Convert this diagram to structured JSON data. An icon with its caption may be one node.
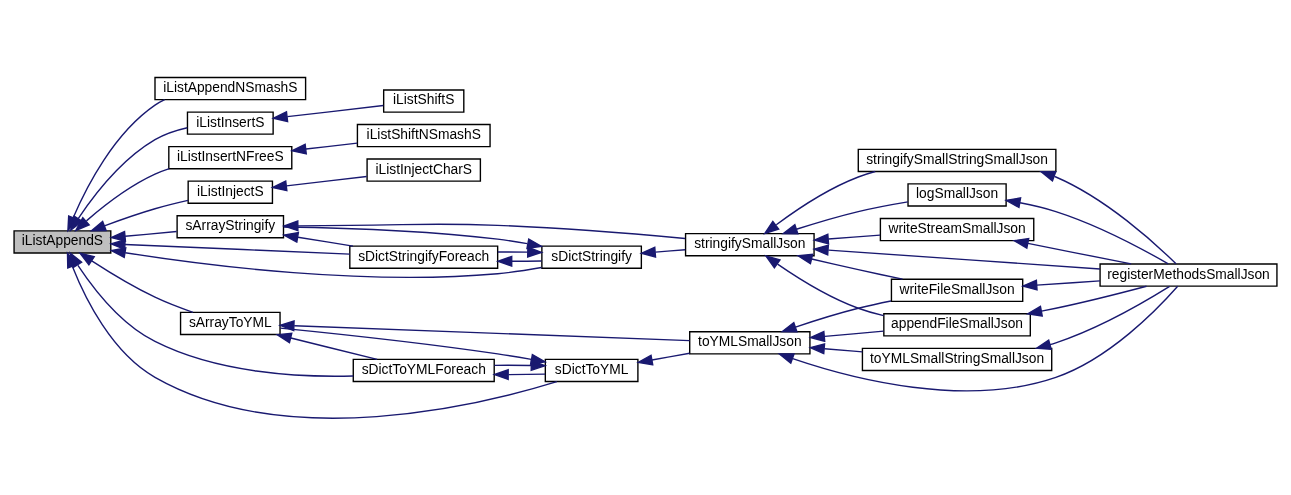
{
  "diagram": {
    "nodes": [
      {
        "text": [
          "iListAppendS"
        ]
      },
      {
        "text": [
          "iListAppendNSmashS"
        ]
      },
      {
        "text": [
          "iListInsertS"
        ]
      },
      {
        "text": [
          "iListInsertNFreeS"
        ]
      },
      {
        "text": [
          "iListInjectS"
        ]
      },
      {
        "text": [
          "sDictStringify"
        ]
      },
      {
        "text": [
          "sDictStringifyForeach"
        ]
      },
      {
        "text": [
          "sArrayStringify"
        ]
      },
      {
        "text": [
          "sDictToYML"
        ]
      },
      {
        "text": [
          "sDictToYMLForeach"
        ]
      },
      {
        "text": [
          "sArrayToYML"
        ]
      },
      {
        "text": [
          "iListShiftS"
        ]
      },
      {
        "text": [
          "iListShiftNSmashS"
        ]
      },
      {
        "text": [
          "iListInjectCharS"
        ]
      },
      {
        "text": [
          "stringifySmallJson"
        ]
      },
      {
        "text": [
          "toYMLSmallJson"
        ]
      },
      {
        "text": [
          "stringifySmallStringSmallJson"
        ]
      },
      {
        "text": [
          "logSmallJson"
        ]
      },
      {
        "text": [
          "writeStreamSmallJson"
        ]
      },
      {
        "text": [
          "writeFileSmallJson"
        ]
      },
      {
        "text": [
          "appendFileSmallJson"
        ]
      },
      {
        "text": [
          "toYMLSmallStringSmallJson"
        ]
      },
      {
        "text": [
          "registerMethodsSmallJson"
        ]
      }
    ],
    "edges": [
      {
        "from": 1,
        "to": 0,
        "arrow": "to"
      },
      {
        "from": 2,
        "to": 0,
        "arrow": "to"
      },
      {
        "from": 3,
        "to": 0,
        "arrow": "to"
      },
      {
        "from": 4,
        "to": 0,
        "arrow": "to"
      },
      {
        "from": 5,
        "to": 0,
        "arrow": "to"
      },
      {
        "from": 6,
        "to": 0,
        "arrow": "to"
      },
      {
        "from": 7,
        "to": 0,
        "arrow": "to"
      },
      {
        "from": 8,
        "to": 0,
        "arrow": "to"
      },
      {
        "from": 9,
        "to": 0,
        "arrow": "to"
      },
      {
        "from": 10,
        "to": 0,
        "arrow": "to"
      },
      {
        "from": 11,
        "to": 2,
        "arrow": "to"
      },
      {
        "from": 12,
        "to": 3,
        "arrow": "to"
      },
      {
        "from": 13,
        "to": 4,
        "arrow": "to"
      },
      {
        "from": 6,
        "to": 5,
        "arrow": "to"
      },
      {
        "from": 7,
        "to": 5,
        "arrow": "to"
      },
      {
        "from": 14,
        "to": 5,
        "arrow": "to"
      },
      {
        "from": 5,
        "to": 6,
        "arrow": "to"
      },
      {
        "from": 6,
        "to": 7,
        "arrow": "to"
      },
      {
        "from": 14,
        "to": 7,
        "arrow": "to"
      },
      {
        "from": 9,
        "to": 8,
        "arrow": "to"
      },
      {
        "from": 10,
        "to": 8,
        "arrow": "to"
      },
      {
        "from": 15,
        "to": 8,
        "arrow": "to"
      },
      {
        "from": 8,
        "to": 9,
        "arrow": "to"
      },
      {
        "from": 9,
        "to": 10,
        "arrow": "to"
      },
      {
        "from": 15,
        "to": 10,
        "arrow": "to"
      },
      {
        "from": 16,
        "to": 14,
        "arrow": "to"
      },
      {
        "from": 17,
        "to": 14,
        "arrow": "to"
      },
      {
        "from": 18,
        "to": 14,
        "arrow": "to"
      },
      {
        "from": 19,
        "to": 14,
        "arrow": "to"
      },
      {
        "from": 20,
        "to": 14,
        "arrow": "to"
      },
      {
        "from": 22,
        "to": 14,
        "arrow": "to"
      },
      {
        "from": 19,
        "to": 15,
        "arrow": "to"
      },
      {
        "from": 20,
        "to": 15,
        "arrow": "to"
      },
      {
        "from": 21,
        "to": 15,
        "arrow": "to"
      },
      {
        "from": 22,
        "to": 15,
        "arrow": "to"
      },
      {
        "from": 22,
        "to": 16,
        "arrow": "to"
      },
      {
        "from": 22,
        "to": 17,
        "arrow": "to"
      },
      {
        "from": 22,
        "to": 18,
        "arrow": "to"
      },
      {
        "from": 22,
        "to": 19,
        "arrow": "to"
      },
      {
        "from": 22,
        "to": 20,
        "arrow": "to"
      },
      {
        "from": 22,
        "to": 21,
        "arrow": "to"
      }
    ]
  }
}
